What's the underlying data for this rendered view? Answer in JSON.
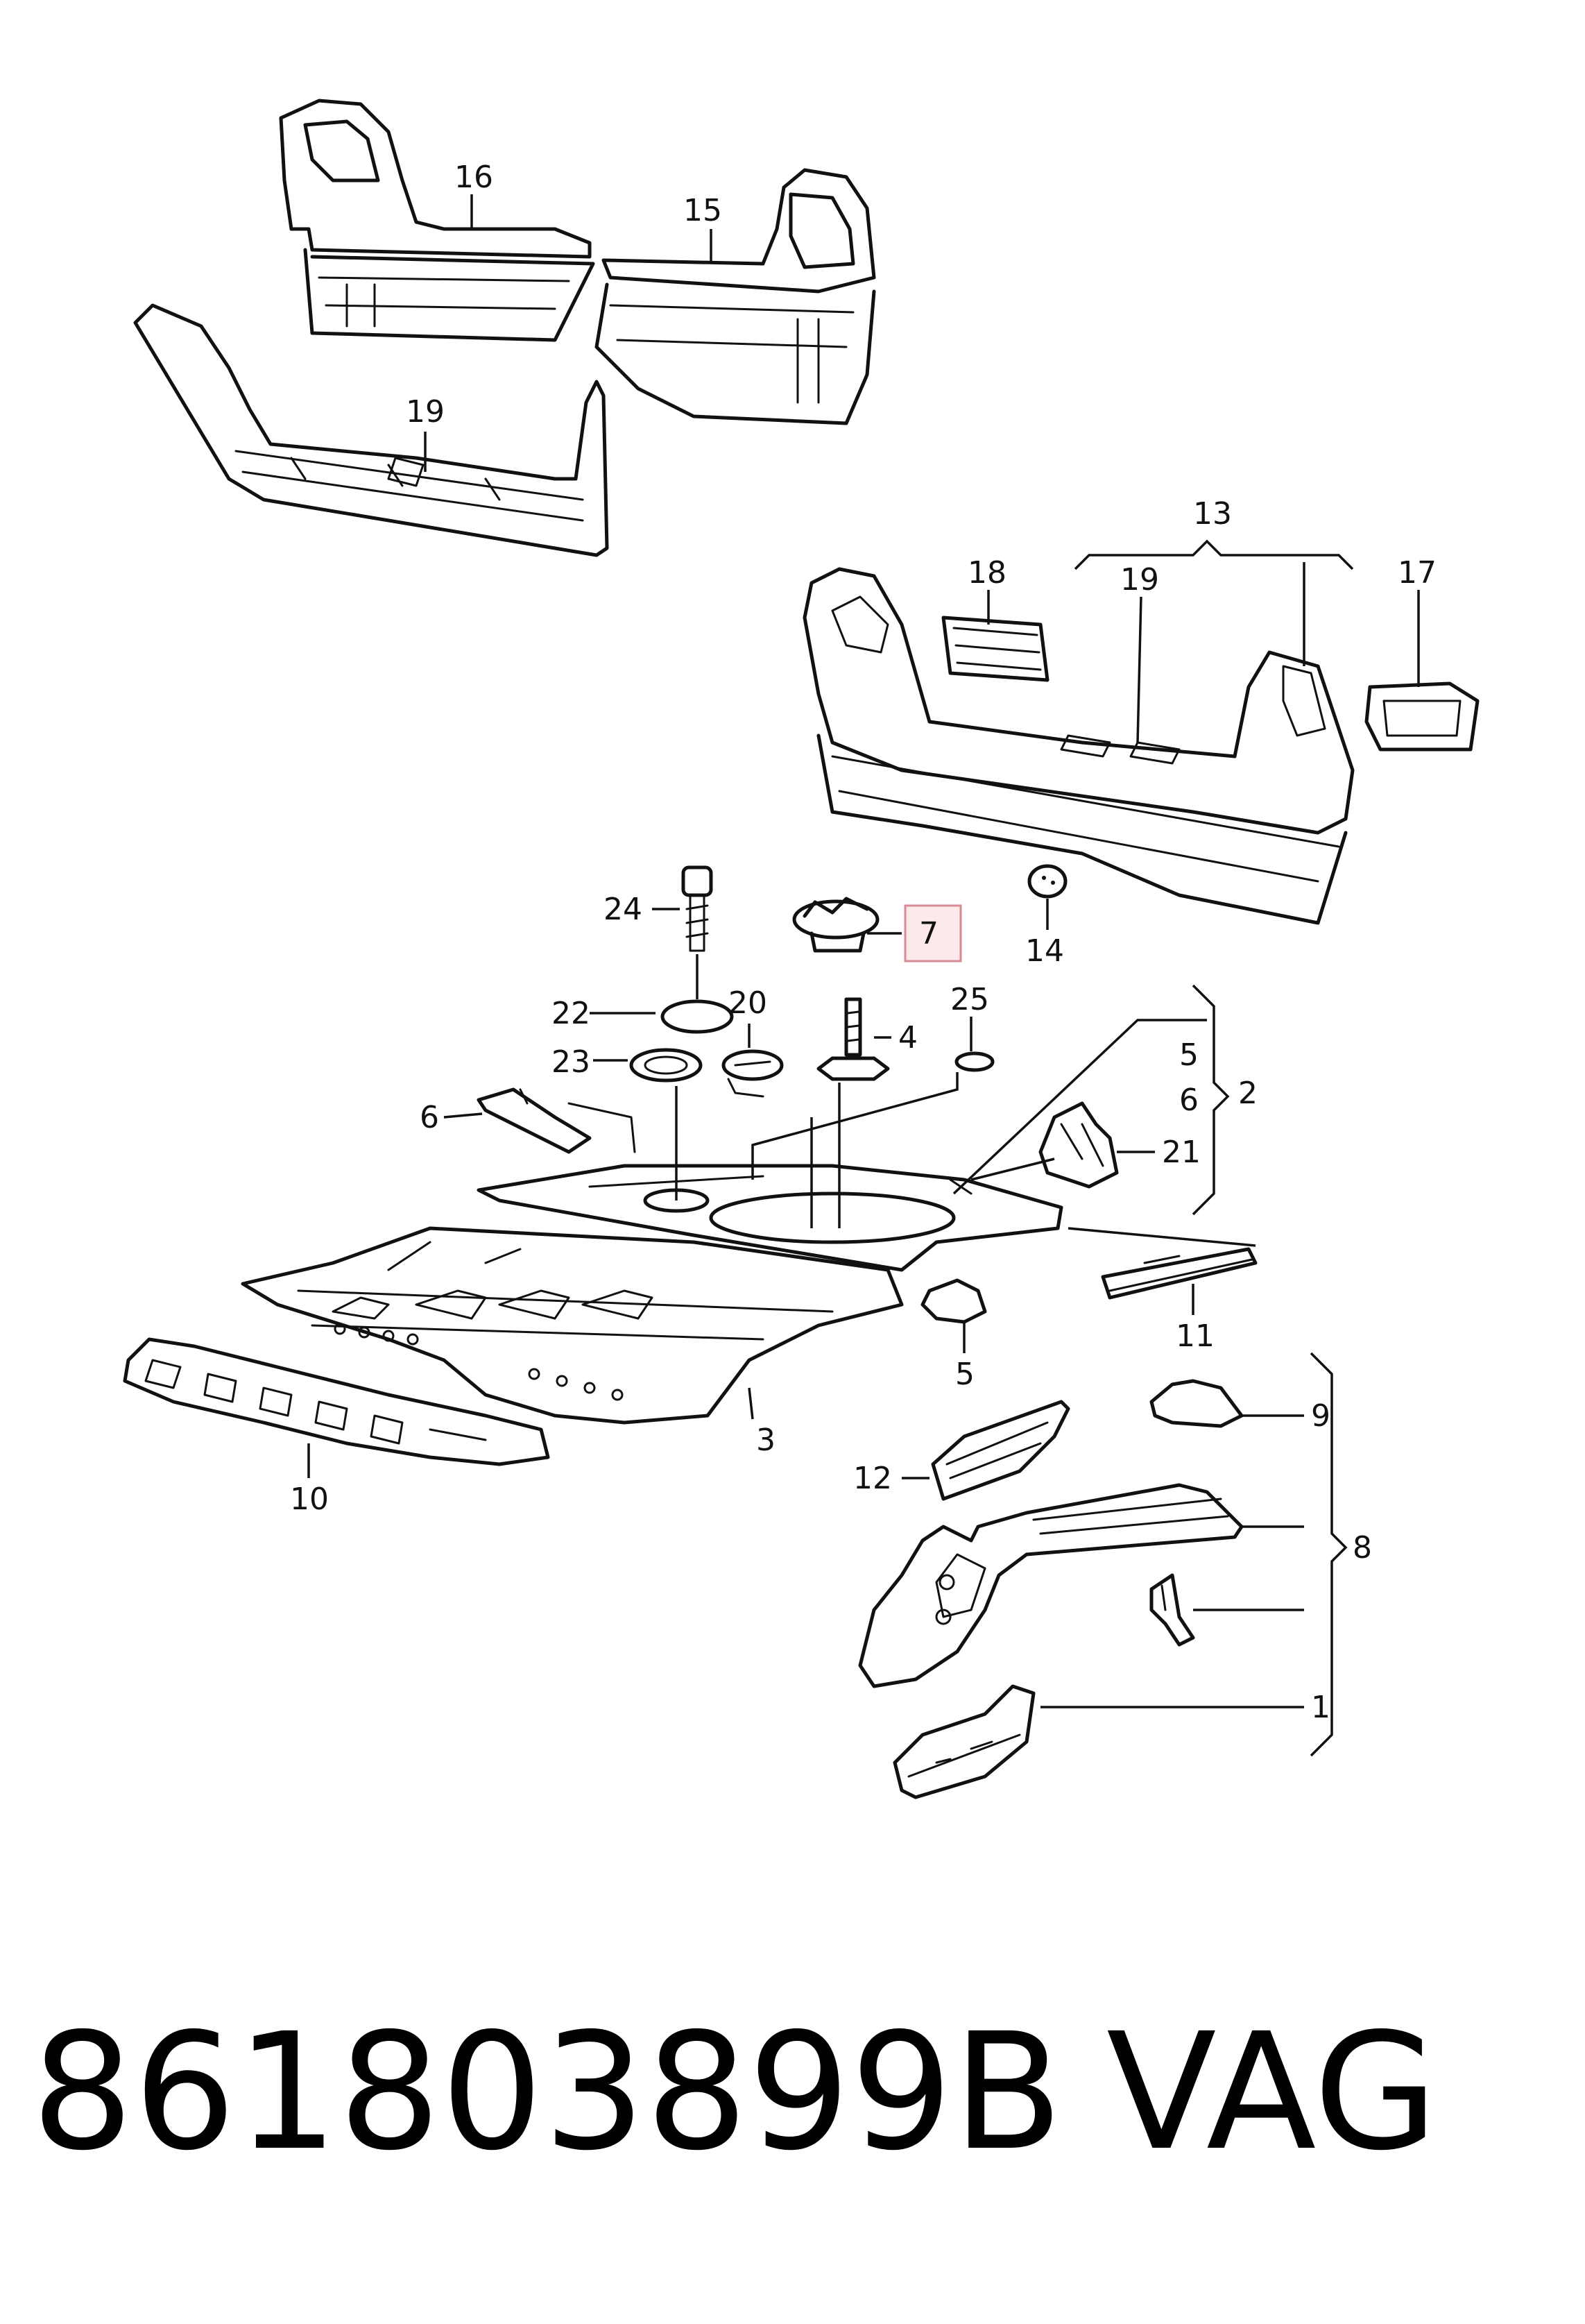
{
  "callouts": {
    "c1": "1",
    "c2": "2",
    "c3": "3",
    "c4": "4",
    "c5a": "5",
    "c5b": "5",
    "c6a": "6",
    "c6b": "6",
    "c7": "7",
    "c8": "8",
    "c9": "9",
    "c10": "10",
    "c11": "11",
    "c12": "12",
    "c13": "13",
    "c14": "14",
    "c15": "15",
    "c16": "16",
    "c17": "17",
    "c18": "18",
    "c19a": "19",
    "c19b": "19",
    "c20": "20",
    "c21": "21",
    "c22": "22",
    "c23": "23",
    "c24": "24",
    "c25": "25"
  },
  "highlighted_callout": "7",
  "colors": {
    "line": "#111111",
    "highlight_fill": "#fde8ea",
    "highlight_stroke": "#d98b95"
  },
  "footer": {
    "part_number": "861803899B",
    "brand": "VAG"
  }
}
